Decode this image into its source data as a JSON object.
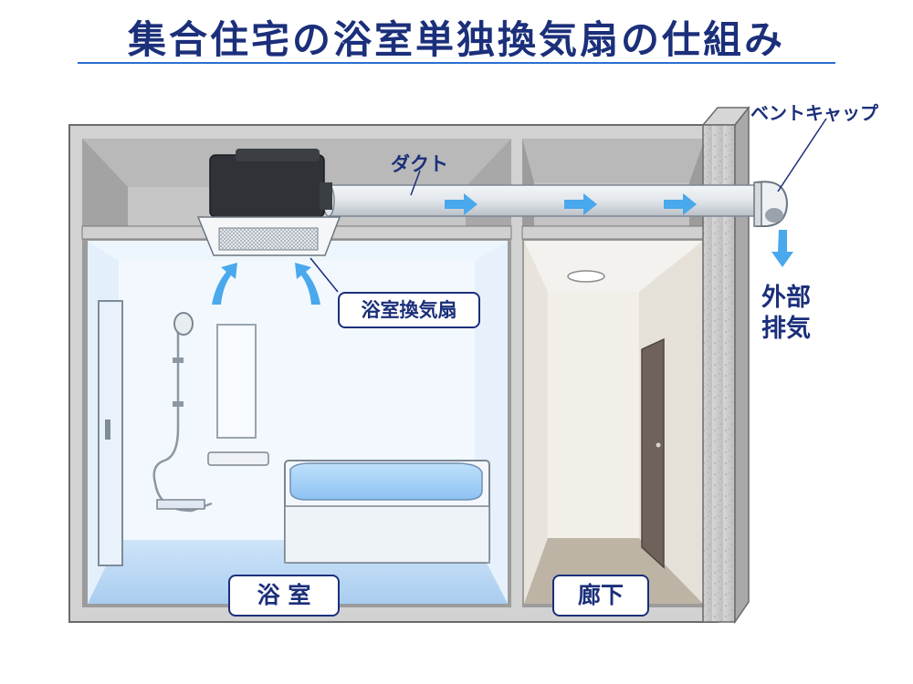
{
  "title": "集合住宅の浴室単独換気扇の仕組み",
  "labels": {
    "duct": "ダクト",
    "vent_cap": "ベントキャップ",
    "fan": "浴室換気扇",
    "exhaust": "外部\n排気",
    "bathroom": "浴 室",
    "corridor": "廊下"
  },
  "colors": {
    "title": "#1b2f7a",
    "accent": "#2a6fd0",
    "airflow": "#4aa8ec",
    "bath_glow": "#cfe6fb"
  }
}
